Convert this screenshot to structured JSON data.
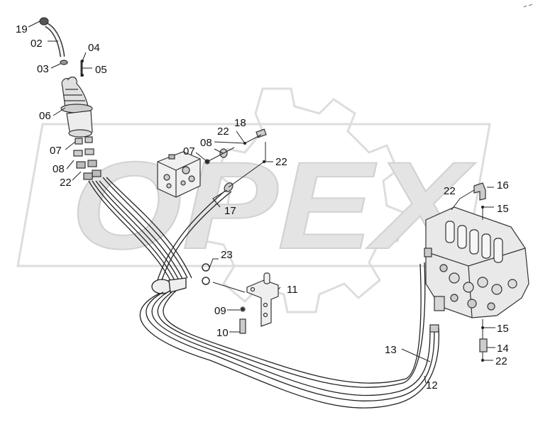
{
  "watermark": {
    "text": "OPEX",
    "color": "#d9d9d9"
  },
  "colors": {
    "line": "#1a1a1a",
    "part_fill": "#e6e6e6",
    "part_stroke": "#333333"
  },
  "callouts": [
    {
      "id": "19",
      "text": "19"
    },
    {
      "id": "02",
      "text": "02"
    },
    {
      "id": "04",
      "text": "04"
    },
    {
      "id": "03",
      "text": "03"
    },
    {
      "id": "05",
      "text": "05"
    },
    {
      "id": "06",
      "text": "06"
    },
    {
      "id": "07a",
      "text": "07"
    },
    {
      "id": "08a",
      "text": "08"
    },
    {
      "id": "22a",
      "text": "22"
    },
    {
      "id": "18",
      "text": "18"
    },
    {
      "id": "22b",
      "text": "22"
    },
    {
      "id": "08b",
      "text": "08"
    },
    {
      "id": "07b",
      "text": "07"
    },
    {
      "id": "22c",
      "text": "22"
    },
    {
      "id": "17",
      "text": "17"
    },
    {
      "id": "23",
      "text": "23"
    },
    {
      "id": "11",
      "text": "11"
    },
    {
      "id": "09",
      "text": "09"
    },
    {
      "id": "10",
      "text": "10"
    },
    {
      "id": "22d",
      "text": "22"
    },
    {
      "id": "16",
      "text": "16"
    },
    {
      "id": "15a",
      "text": "15"
    },
    {
      "id": "15b",
      "text": "15"
    },
    {
      "id": "14",
      "text": "14"
    },
    {
      "id": "22e",
      "text": "22"
    },
    {
      "id": "13",
      "text": "13"
    },
    {
      "id": "12",
      "text": "12"
    }
  ]
}
